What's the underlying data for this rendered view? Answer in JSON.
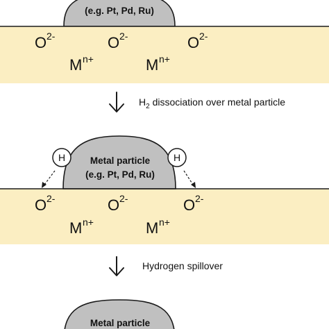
{
  "particle": {
    "title": "Metal particle",
    "examples": "(e.g. Pt, Pd, Ru)"
  },
  "support": {
    "oxygen_base": "O",
    "oxygen_charge": "2-",
    "metal_base": "M",
    "metal_charge": "n+"
  },
  "hydrogen": {
    "label": "H"
  },
  "steps": {
    "step1": {
      "prefix": "H",
      "sub": "2",
      "rest": " dissociation over metal particle"
    },
    "step2": {
      "label": "Hydrogen spillover"
    }
  },
  "colors": {
    "support": "#fbeec2",
    "particle": "#c0c0c0",
    "outline": "#1a1a1a"
  }
}
